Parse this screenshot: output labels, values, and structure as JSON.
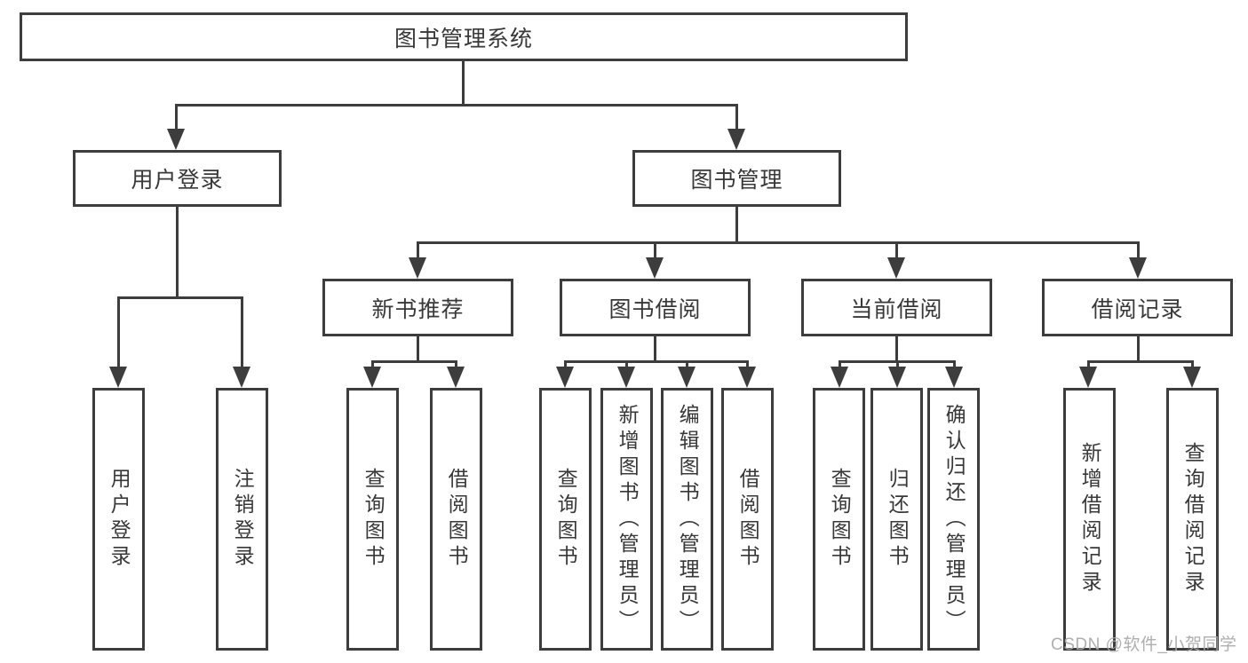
{
  "colors": {
    "line": "#3d3d3d",
    "text": "#383838",
    "background": "#ffffff",
    "watermark": "#a8a8a8"
  },
  "tree": {
    "label": "图书管理系统",
    "children": [
      {
        "label": "用户登录",
        "children": [
          {
            "label": "用户登录"
          },
          {
            "label": "注销登录"
          }
        ]
      },
      {
        "label": "图书管理",
        "children": [
          {
            "label": "新书推荐",
            "children": [
              {
                "label": "查询图书"
              },
              {
                "label": "借阅图书"
              }
            ]
          },
          {
            "label": "图书借阅",
            "children": [
              {
                "label": "查询图书"
              },
              {
                "label": "新增图书（管理员）"
              },
              {
                "label": "编辑图书（管理员）"
              },
              {
                "label": "借阅图书"
              }
            ]
          },
          {
            "label": "当前借阅",
            "children": [
              {
                "label": "查询图书"
              },
              {
                "label": "归还图书"
              },
              {
                "label": "确认归还（管理员）"
              }
            ]
          },
          {
            "label": "借阅记录",
            "children": [
              {
                "label": "新增借阅记录"
              },
              {
                "label": "查询借阅记录"
              }
            ]
          }
        ]
      }
    ]
  },
  "watermark": "CSDN @软件_小贺同学"
}
